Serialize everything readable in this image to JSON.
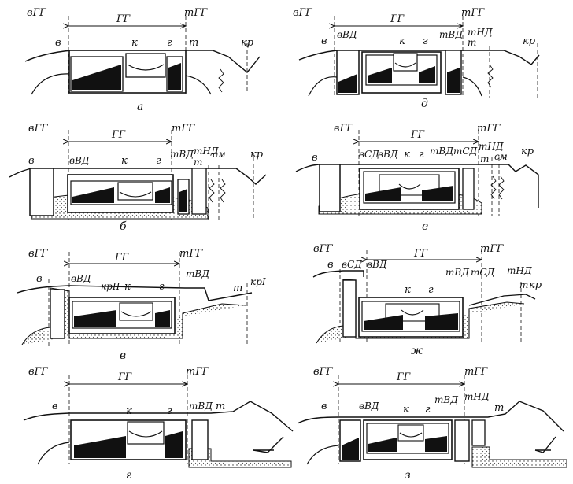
{
  "figure": {
    "panels": [
      {
        "id": "a",
        "caption": "а",
        "header": {
          "left": "вГГ",
          "center": "ГГ",
          "right": "тГГ"
        },
        "labels": [
          "в",
          "к",
          "г",
          "т",
          "кр"
        ]
      },
      {
        "id": "d",
        "caption": "д",
        "header": {
          "left": "вГГ",
          "center": "ГГ",
          "right": "тГГ"
        },
        "labels": [
          "в",
          "вВД",
          "к",
          "г",
          "тВД",
          "тНД",
          "т",
          "кр"
        ]
      },
      {
        "id": "b",
        "caption": "б",
        "header": {
          "left": "вГГ",
          "center": "ГГ",
          "right": "тГГ"
        },
        "labels": [
          "в",
          "вВД",
          "к",
          "г",
          "тВД",
          "т",
          "тНД",
          "см",
          "кр"
        ]
      },
      {
        "id": "e",
        "caption": "е",
        "header": {
          "left": "вГГ",
          "center": "ГГ",
          "right": "тГГ"
        },
        "labels": [
          "в",
          "вСД",
          "вВД",
          "к",
          "г",
          "тВД",
          "тСД",
          "тНД",
          "т",
          "см",
          "кр"
        ]
      },
      {
        "id": "v",
        "caption": "в",
        "header": {
          "left": "вГГ",
          "center": "ГГ",
          "right": "тГГ"
        },
        "labels": [
          "в",
          "вВД",
          "крII",
          "к",
          "г",
          "тВД",
          "т",
          "крI"
        ]
      },
      {
        "id": "zh",
        "caption": "ж",
        "header": {
          "left": "вГГ",
          "center": "ГГ",
          "right": "тГГ"
        },
        "labels": [
          "в",
          "вСД",
          "вВД",
          "к",
          "г",
          "тВД",
          "тСД",
          "тНД",
          "т",
          "кр"
        ]
      },
      {
        "id": "g",
        "caption": "г",
        "header": {
          "left": "вГГ",
          "center": "ГГ",
          "right": "тГГ"
        },
        "labels": [
          "в",
          "к",
          "г",
          "тВД",
          "т"
        ]
      },
      {
        "id": "z",
        "caption": "з",
        "header": {
          "left": "вГГ",
          "center": "ГГ",
          "right": "тГГ"
        },
        "labels": [
          "в",
          "вВД",
          "к",
          "г",
          "тВД",
          "тНД",
          "т"
        ]
      }
    ]
  }
}
